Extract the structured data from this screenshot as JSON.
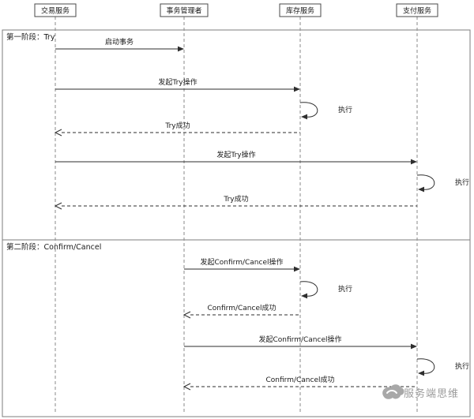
{
  "diagram": {
    "type": "uml-sequence",
    "participants": [
      {
        "name": "交易服务"
      },
      {
        "name": "事务管理者"
      },
      {
        "name": "库存服务"
      },
      {
        "name": "支付服务"
      }
    ],
    "phases": [
      {
        "label": "第一阶段：Try"
      },
      {
        "label": "第二阶段：Confirm/Cancel"
      }
    ],
    "messages": [
      {
        "label": "启动事务",
        "from": "交易服务",
        "to": "事务管理者",
        "line": "solid"
      },
      {
        "label": "发起Try操作",
        "from": "交易服务",
        "to": "库存服务",
        "line": "solid"
      },
      {
        "label": "执行",
        "from": "库存服务",
        "to": "库存服务",
        "line": "self"
      },
      {
        "label": "Try成功",
        "from": "库存服务",
        "to": "交易服务",
        "line": "dashed"
      },
      {
        "label": "发起Try操作",
        "from": "交易服务",
        "to": "支付服务",
        "line": "solid"
      },
      {
        "label": "执行",
        "from": "支付服务",
        "to": "支付服务",
        "line": "self"
      },
      {
        "label": "Try成功",
        "from": "支付服务",
        "to": "交易服务",
        "line": "dashed"
      },
      {
        "label": "发起Confirm/Cancel操作",
        "from": "事务管理者",
        "to": "库存服务",
        "line": "solid"
      },
      {
        "label": "执行",
        "from": "库存服务",
        "to": "库存服务",
        "line": "self"
      },
      {
        "label": "Confirm/Cancel成功",
        "from": "库存服务",
        "to": "事务管理者",
        "line": "dashed"
      },
      {
        "label": "发起Confirm/Cancel操作",
        "from": "事务管理者",
        "to": "支付服务",
        "line": "solid"
      },
      {
        "label": "执行",
        "from": "支付服务",
        "to": "支付服务",
        "line": "self"
      },
      {
        "label": "Confirm/Cancel成功",
        "from": "支付服务",
        "to": "事务管理者",
        "line": "dashed"
      }
    ],
    "watermark": {
      "text": "服务端思维"
    }
  },
  "colors": {
    "line": "#2e2e2e",
    "frame": "#7d7d7d",
    "lifeline": "#8a8a8a",
    "watermark": "#9c9c9c",
    "background": "#ffffff"
  }
}
